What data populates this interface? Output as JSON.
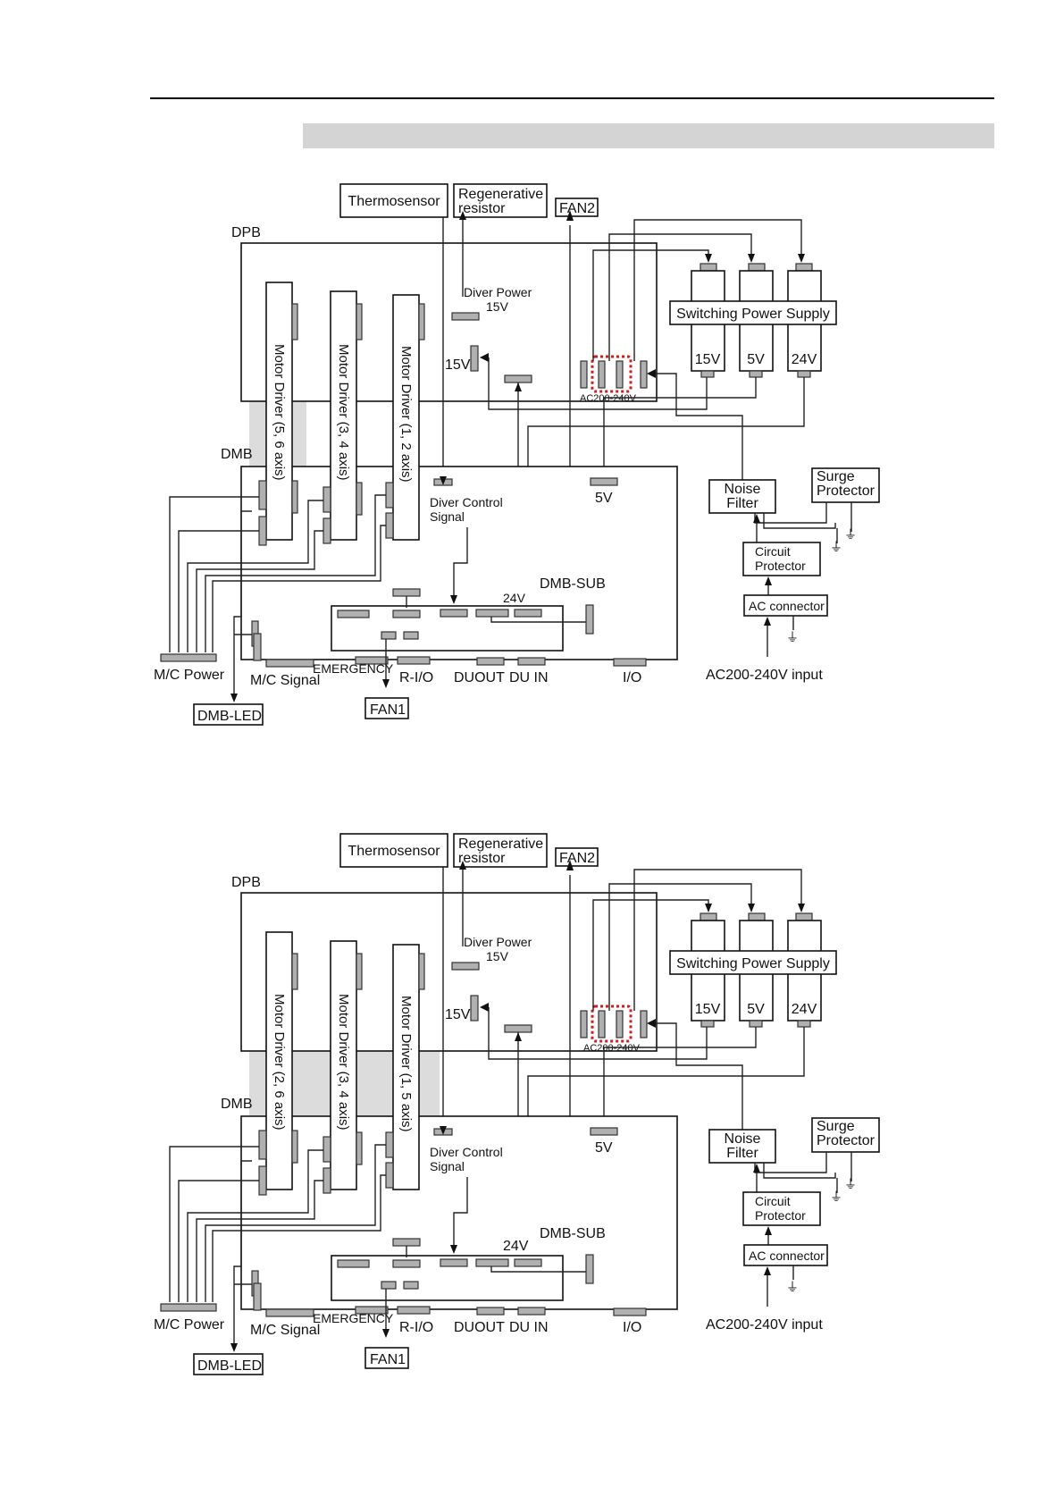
{
  "diagrams": [
    {
      "labels": {
        "thermosensor": "Thermosensor",
        "regen_line1": "Regenerative",
        "regen_line2": "resistor",
        "fan2": "FAN2",
        "dpb": "DPB",
        "diver_power_line1": "Diver Power",
        "diver_power_line2": "15V",
        "psu": "Switching Power Supply",
        "psu_15v": "15V",
        "psu_5v": "5V",
        "psu_24v": "24V",
        "v15": "15V",
        "ac_label": "AC200-240V",
        "dmb": "DMB",
        "driver_a": "Motor Driver (5, 6 axis)",
        "driver_b": "Motor Driver (3, 4 axis)",
        "driver_c": "Motor Driver (1, 2 axis)",
        "diver_ctrl_line1": "Diver Control",
        "diver_ctrl_line2": "Signal",
        "v5": "5V",
        "noise_line1": "Noise",
        "noise_line2": "Filter",
        "surge_line1": "Surge",
        "surge_line2": "Protector",
        "circuit_line1": "Circuit",
        "circuit_line2": "Protector",
        "ac_connector": "AC connector",
        "dmb_sub": "DMB-SUB",
        "v24": "24V",
        "emergency": "EMERGENCY",
        "rio": "R-I/O",
        "duout": "DUOUT",
        "duin": "DU IN",
        "io": "I/O",
        "mc_power": "M/C Power",
        "mc_signal": "M/C Signal",
        "ac_input": "AC200-240V input",
        "dmb_led": "DMB-LED",
        "fan1": "FAN1"
      }
    },
    {
      "labels": {
        "thermosensor": "Thermosensor",
        "regen_line1": "Regenerative",
        "regen_line2": "resistor",
        "fan2": "FAN2",
        "dpb": "DPB",
        "diver_power_line1": "Diver Power",
        "diver_power_line2": "15V",
        "psu": "Switching Power Supply",
        "psu_15v": "15V",
        "psu_5v": "5V",
        "psu_24v": "24V",
        "v15": "15V",
        "ac_label": "AC200-240V",
        "dmb": "DMB",
        "driver_a": "Motor Driver (2, 6 axis)",
        "driver_b": "Motor Driver (3, 4 axis)",
        "driver_c": "Motor Driver (1, 5 axis)",
        "diver_ctrl_line1": "Diver Control",
        "diver_ctrl_line2": "Signal",
        "v5": "5V",
        "noise_line1": "Noise",
        "noise_line2": "Filter",
        "surge_line1": "Surge",
        "surge_line2": "Protector",
        "circuit_line1": "Circuit",
        "circuit_line2": "Protector",
        "ac_connector": "AC connector",
        "dmb_sub": "DMB-SUB",
        "v24": "24V",
        "emergency": "EMERGENCY",
        "rio": "R-I/O",
        "duout": "DUOUT",
        "duin": "DU IN",
        "io": "I/O",
        "mc_power": "M/C Power",
        "mc_signal": "M/C Signal",
        "ac_input": "AC200-240V input",
        "dmb_led": "DMB-LED",
        "fan1": "FAN1"
      }
    }
  ]
}
